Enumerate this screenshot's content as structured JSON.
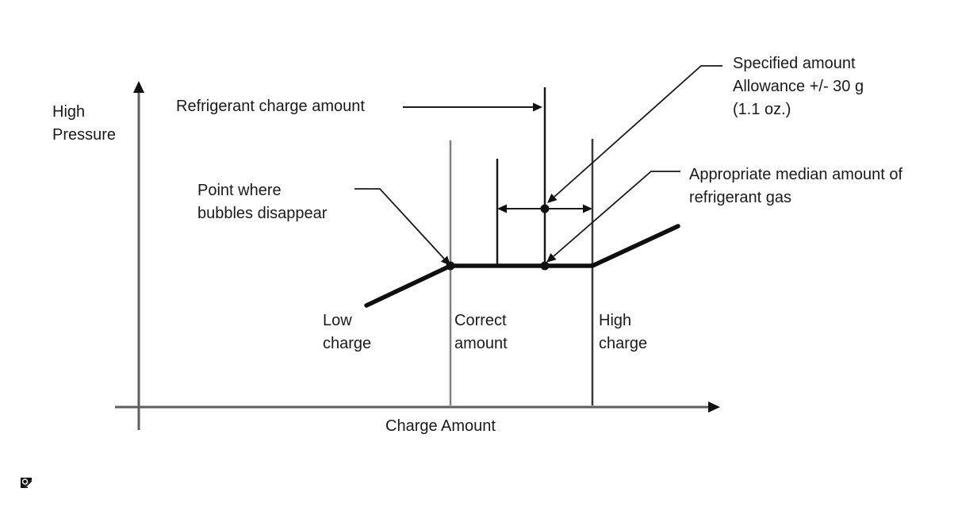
{
  "figure": {
    "type": "service-manual-figure",
    "description_labels": {
      "y_axis": "High\nPressure",
      "x_axis": "Charge Amount",
      "refrigerant_charge": "Refrigerant charge amount",
      "point_bubbles": "Point where\nbubbles disappear",
      "specified_amount": "Specified amount\nAllowance +/- 30 g\n(1.1 oz.)",
      "median_amount": "Appropriate median amount of\nrefrigerant gas",
      "low_charge": "Low\ncharge",
      "correct_amount": "Correct\namount",
      "high_charge": "High\ncharge"
    },
    "icons": {
      "corner_marker": "image-icon"
    },
    "colors": {
      "background": "#ffffff",
      "ink": "#1a1a1a",
      "curve": "#0f0f0f",
      "axis_gray": "#5e5e5e",
      "guide_gray": "#808080",
      "boundary_dark": "#3a3a3a",
      "text": "#1a1a1a"
    }
  },
  "chart_data": {
    "type": "line",
    "title": "",
    "xlabel": "Charge Amount",
    "ylabel": "High Pressure",
    "numeric_axes": false,
    "grid": false,
    "legend": "none",
    "series": [
      {
        "name": "High pressure vs refrigerant charge amount",
        "points_relative_xy": [
          [
            0.39,
            0.31
          ],
          [
            0.54,
            0.43
          ],
          [
            0.78,
            0.43
          ],
          [
            0.93,
            0.56
          ]
        ],
        "shape": "rise, flat plateau across correct range, rise again"
      }
    ],
    "x_regions": [
      "Low charge",
      "Correct amount",
      "High charge"
    ],
    "marked_points": [
      {
        "label": "Point where bubbles disappear",
        "location": "start of plateau"
      },
      {
        "label": "Appropriate median amount of refrigerant gas",
        "location": "middle of plateau"
      },
      {
        "label": "Specified amount Allowance +/- 30 g (1.1 oz.)",
        "location": "center of allowance span above plateau"
      }
    ],
    "annotations": [
      "Refrigerant charge amount (vertical reference line at specified amount)",
      "Allowance +/- 30 g (1.1 oz.) shown as double-headed arrow span"
    ]
  }
}
